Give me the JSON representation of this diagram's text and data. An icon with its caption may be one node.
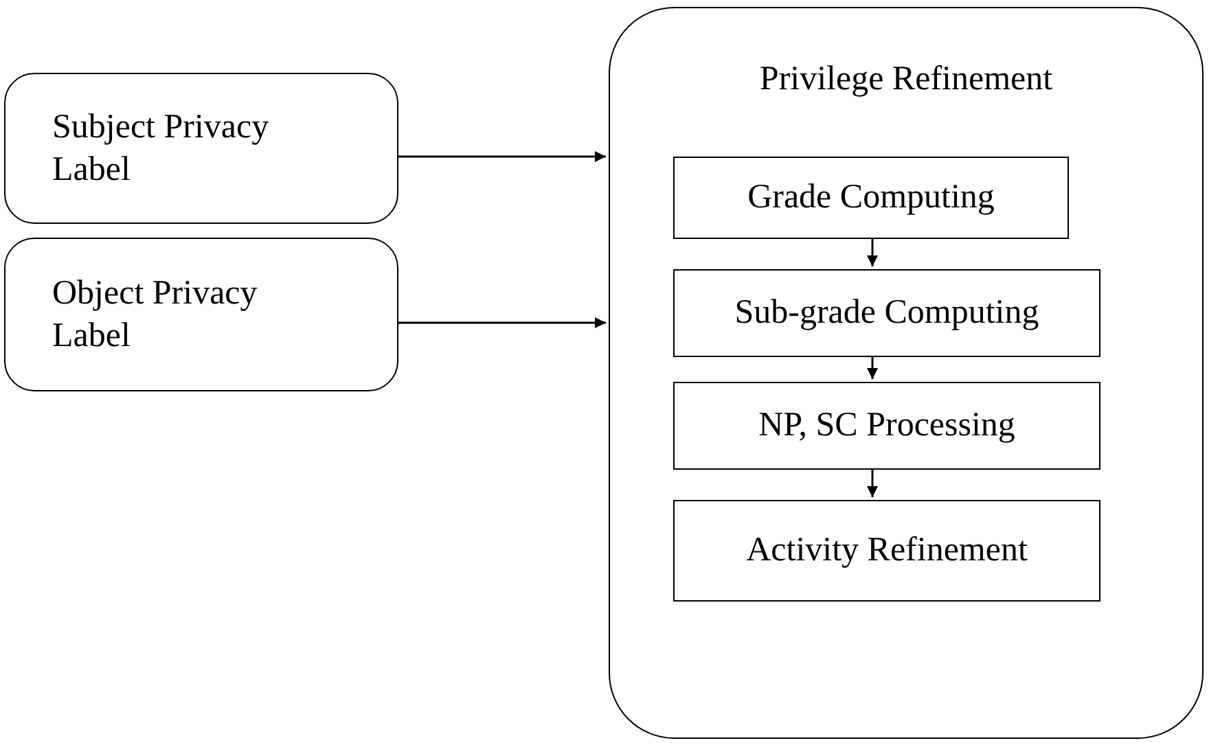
{
  "diagram": {
    "nodes": [
      {
        "text": [
          "Subject Privacy Label"
        ]
      },
      {
        "text": [
          "Object Privacy Label"
        ]
      },
      {
        "text": [
          "Privilege Refinement"
        ]
      },
      {
        "text": [
          "Grade Computing"
        ],
        "in": 2
      },
      {
        "text": [
          "Sub-grade Computing"
        ],
        "in": 2
      },
      {
        "text": [
          "NP, SC Processing"
        ],
        "in": 2
      },
      {
        "text": [
          "Activity Refinement"
        ],
        "in": 2
      }
    ],
    "edges": [
      {
        "from": 0,
        "to": 2,
        "arrow": "to"
      },
      {
        "from": 1,
        "to": 2,
        "arrow": "to"
      },
      {
        "from": 3,
        "to": 4,
        "arrow": "to"
      },
      {
        "from": 4,
        "to": 5,
        "arrow": "to"
      },
      {
        "from": 5,
        "to": 6,
        "arrow": "to"
      }
    ]
  }
}
